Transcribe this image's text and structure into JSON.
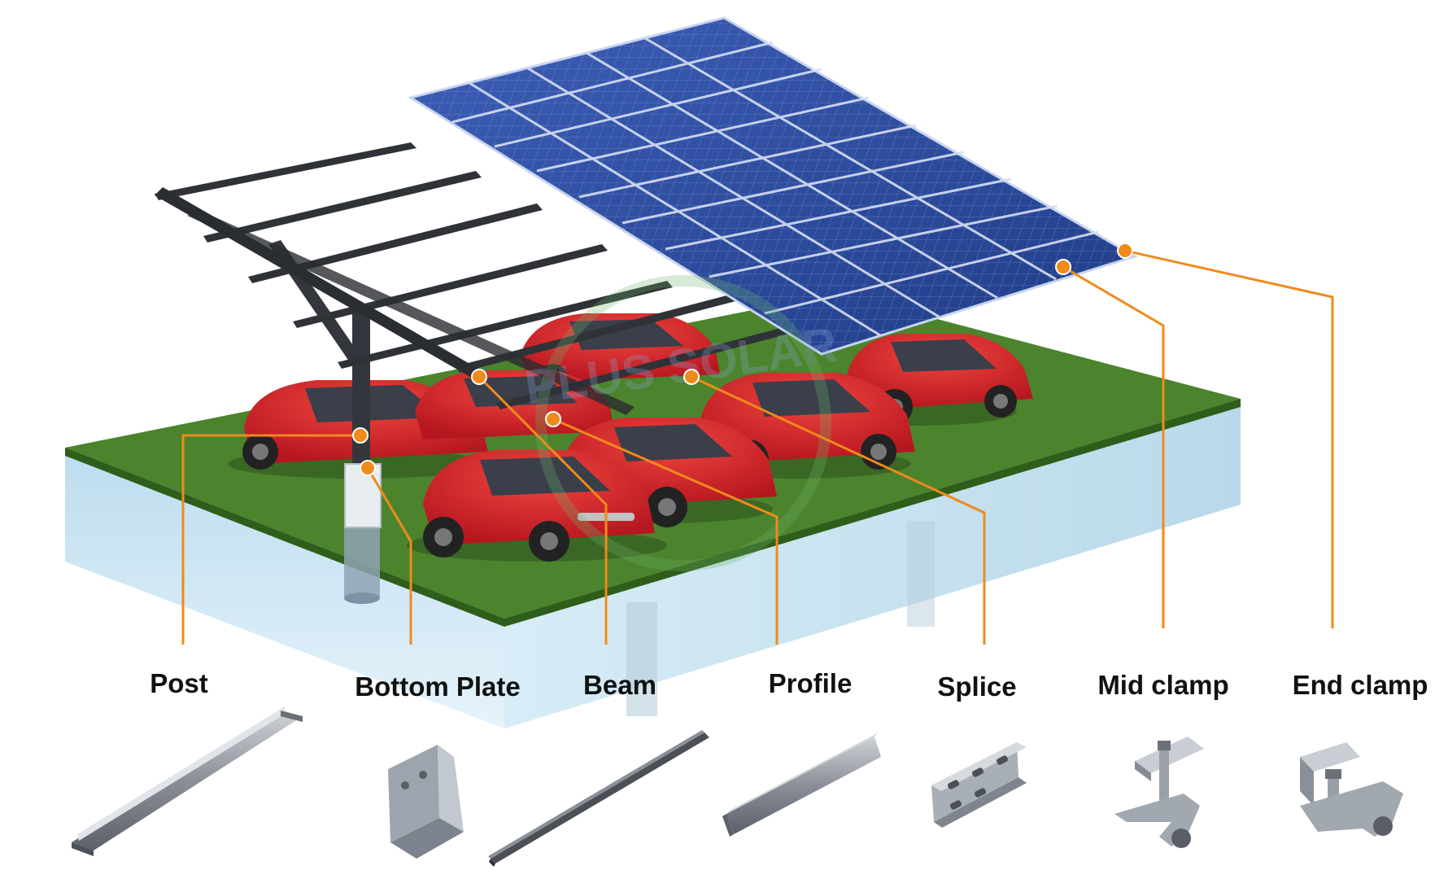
{
  "colors": {
    "accent": "#f08a1c",
    "grass": "#4f8a2f",
    "ground": "#cfe6f2",
    "panel": "#2b4c9b",
    "frame": "#3a3d42",
    "car": "#d6222c"
  },
  "components": [
    {
      "id": "post",
      "label": "Post"
    },
    {
      "id": "bottom-plate",
      "label": "Bottom Plate"
    },
    {
      "id": "beam",
      "label": "Beam"
    },
    {
      "id": "profile",
      "label": "Profile"
    },
    {
      "id": "splice",
      "label": "Splice"
    },
    {
      "id": "mid-clamp",
      "label": "Mid clamp"
    },
    {
      "id": "end-clamp",
      "label": "End clamp"
    }
  ],
  "watermark": {
    "text": "PLUS SOLAR"
  }
}
